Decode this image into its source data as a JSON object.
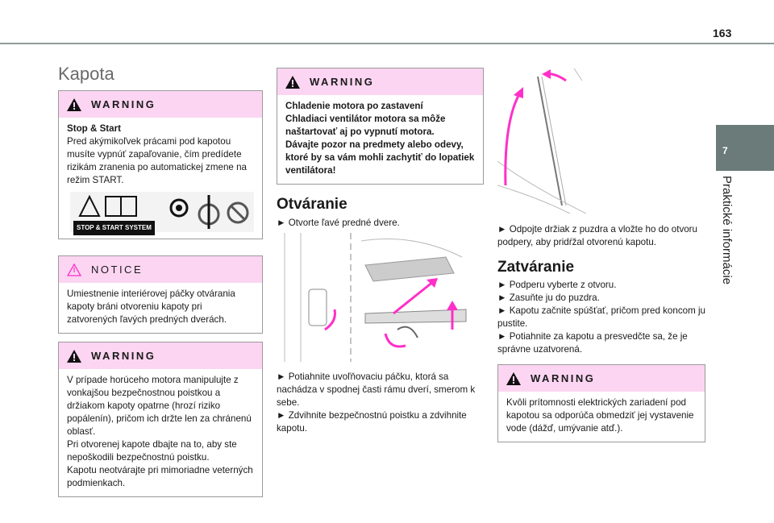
{
  "page_number": "163",
  "chapter": {
    "number": "7",
    "title": "Praktické informácie"
  },
  "col1": {
    "title": "Kapota",
    "warning1": {
      "label": "WARNING",
      "heading": "Stop & Start",
      "text": "Pred akýmikoľvek prácami pod kapotou musíte vypnúť zapaľovanie, čím predídete rizikám zranenia po automatickej zmene na režim START.",
      "label_image": "STOP & START SYSTEM"
    },
    "notice": {
      "label": "NOTICE",
      "text": "Umiestnenie interiérovej páčky otvárania kapoty bráni otvoreniu kapoty pri zatvorených ľavých predných dverách."
    },
    "warning2": {
      "label": "WARNING",
      "lines": [
        "V prípade horúceho motora manipulujte z vonkajšou bezpečnostnou poistkou a držiakom kapoty opatrne (hrozí riziko popálenín), pričom ich držte len za chránenú oblasť.",
        "Pri otvorenej kapote dbajte na to, aby ste nepoškodili bezpečnostnú poistku.",
        "Kapotu neotvárajte pri mimoriadne veterných podmienkach."
      ]
    }
  },
  "col2": {
    "warning": {
      "label": "WARNING",
      "lines": [
        "Chladenie motora po zastavení",
        "Chladiaci ventilátor motora sa môže naštartovať aj po vypnutí motora.",
        "Dávajte pozor na predmety alebo odevy, ktoré by sa vám mohli zachytiť do lopatiek ventilátora!"
      ]
    },
    "heading": "Otváranie",
    "step1": "► Otvorte ľavé predné dvere.",
    "step2": "► Potiahnite uvoľňovaciu páčku, ktorá sa nachádza v spodnej časti rámu dverí, smerom k sebe.",
    "step3": "► Zdvihnite bezpečnostnú poistku a zdvihnite kapotu."
  },
  "col3": {
    "step1": "► Odpojte držiak z puzdra a vložte ho do otvoru podpery, aby pridŕžal otvorenú kapotu.",
    "heading": "Zatváranie",
    "steps": [
      "► Podperu vyberte z otvoru.",
      "► Zasuňte ju do puzdra.",
      "► Kapotu začnite spúšťať, pričom pred koncom ju pustite.",
      "► Potiahnite za kapotu a presvedčte sa, že je správne uzatvorená."
    ],
    "warning": {
      "label": "WARNING",
      "text": "Kvôli prítomnosti elektrických zariadení pod kapotou sa odporúča obmedziť jej vystavenie vode (dážď, umývanie atď.)."
    }
  },
  "colors": {
    "accent_pink": "#fcd5f2",
    "arrow_magenta": "#ff2fc8",
    "tab_gray": "#6b7b79"
  }
}
